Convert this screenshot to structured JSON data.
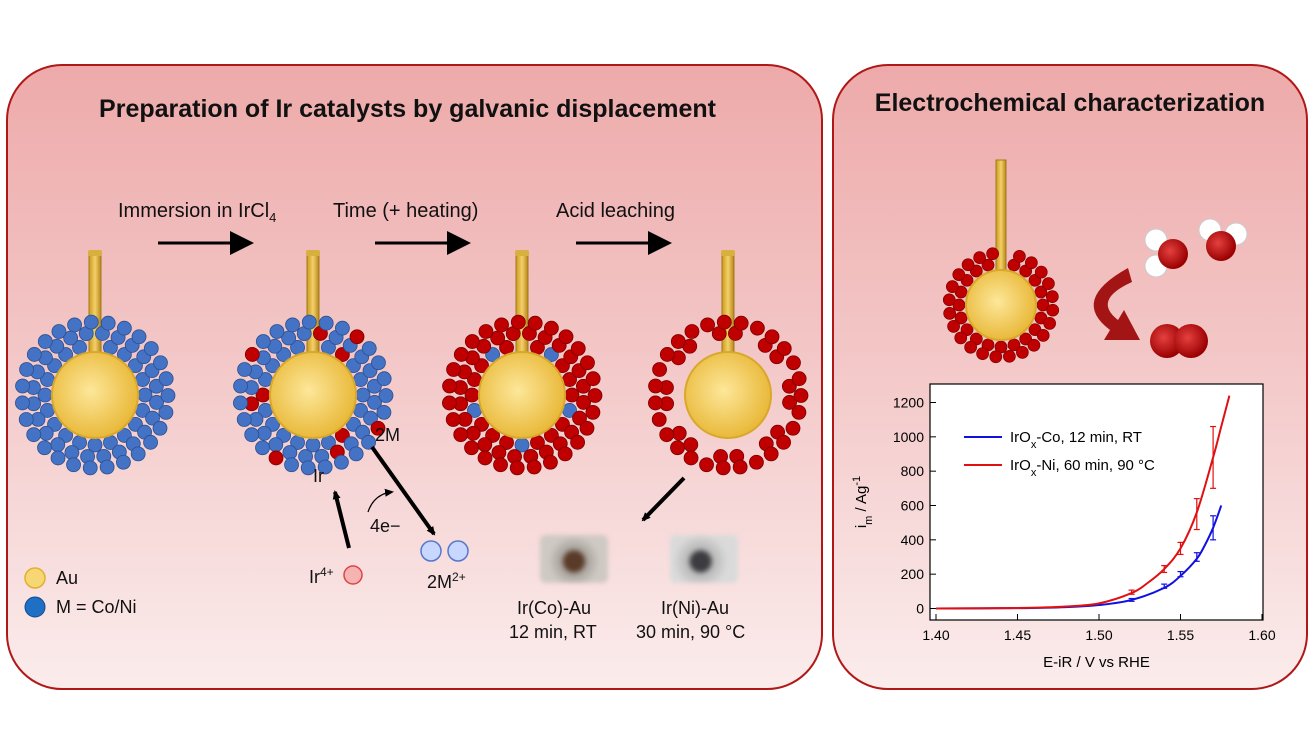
{
  "left_panel": {
    "title": "Preparation of Ir catalysts by galvanic displacement",
    "steps": [
      {
        "main": "Immersion in IrCl",
        "sub": "4"
      },
      {
        "main": "Time (+ heating)"
      },
      {
        "main": "Acid leaching"
      }
    ],
    "reaction": {
      "ir": "Ir",
      "ir_ion": {
        "main": "Ir",
        "sup": "4+"
      },
      "electrons": "4e−",
      "metal": "2M",
      "metal_ion": {
        "main": "2M",
        "sup": "2+"
      }
    },
    "legend": [
      {
        "label": "Au",
        "color": "#f7d774"
      },
      {
        "label": "M = Co/Ni",
        "color": "#1f6fc4"
      }
    ],
    "samples": [
      {
        "name": "Ir(Co)-Au",
        "condition": "12 min, RT"
      },
      {
        "name": "Ir(Ni)-Au",
        "condition": "30 min, 90 °C"
      }
    ],
    "colors": {
      "gold": "#f7d774",
      "ir": "#c00000",
      "metal": "#4472c4",
      "border": "#b01818"
    }
  },
  "right_panel": {
    "title": "Electrochemical characterization"
  },
  "chart_data": {
    "type": "line",
    "xlabel": "E-iR / V vs RHE",
    "ylabel": {
      "main": "i",
      "sub": "m",
      "rest": " / Ag",
      "sup": "-1"
    },
    "xlim": [
      1.4,
      1.6
    ],
    "ylim": [
      -50,
      1250
    ],
    "xticks": [
      "1.40",
      "1.45",
      "1.50",
      "1.55",
      "1.60"
    ],
    "yticks": [
      "0",
      "200",
      "400",
      "600",
      "800",
      "1000",
      "1200"
    ],
    "legend_position": "top-left",
    "series": [
      {
        "name": {
          "main": "IrO",
          "sub": "x",
          "rest": "-Co, 12 min, RT"
        },
        "color": "#1010e0",
        "x": [
          1.4,
          1.45,
          1.48,
          1.5,
          1.52,
          1.54,
          1.55,
          1.56,
          1.565,
          1.57,
          1.575
        ],
        "y": [
          0,
          2,
          8,
          20,
          50,
          120,
          190,
          290,
          370,
          470,
          600
        ],
        "error_x": [
          1.52,
          1.54,
          1.55,
          1.56,
          1.57
        ],
        "error_y": [
          50,
          130,
          200,
          300,
          470
        ],
        "error_len": [
          8,
          12,
          15,
          25,
          70
        ]
      },
      {
        "name": {
          "main": "IrO",
          "sub": "x",
          "rest": "-Ni, 60 min, 90 °C"
        },
        "color": "#e01010",
        "x": [
          1.4,
          1.45,
          1.48,
          1.5,
          1.52,
          1.53,
          1.54,
          1.55,
          1.56,
          1.57,
          1.575,
          1.58
        ],
        "y": [
          0,
          3,
          12,
          30,
          90,
          150,
          230,
          350,
          560,
          880,
          1060,
          1240
        ],
        "error_x": [
          1.52,
          1.54,
          1.55,
          1.56,
          1.57
        ],
        "error_y": [
          95,
          230,
          350,
          550,
          880
        ],
        "error_len": [
          12,
          20,
          35,
          90,
          180
        ]
      }
    ]
  }
}
